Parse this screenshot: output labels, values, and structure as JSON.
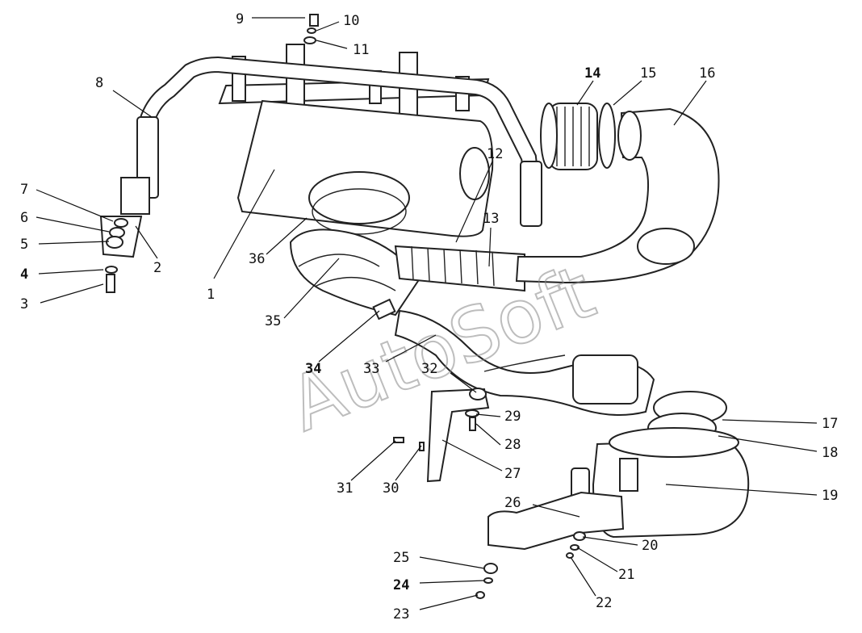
{
  "watermark": "AutoSoft",
  "callouts": [
    {
      "id": "1",
      "label": "1"
    },
    {
      "id": "2",
      "label": "2"
    },
    {
      "id": "3",
      "label": "3"
    },
    {
      "id": "4",
      "label": "4"
    },
    {
      "id": "5",
      "label": "5"
    },
    {
      "id": "6",
      "label": "6"
    },
    {
      "id": "7",
      "label": "7"
    },
    {
      "id": "8",
      "label": "8"
    },
    {
      "id": "9",
      "label": "9"
    },
    {
      "id": "10",
      "label": "10"
    },
    {
      "id": "11",
      "label": "11"
    },
    {
      "id": "12",
      "label": "12"
    },
    {
      "id": "13",
      "label": "13"
    },
    {
      "id": "14",
      "label": "14"
    },
    {
      "id": "15",
      "label": "15"
    },
    {
      "id": "16",
      "label": "16"
    },
    {
      "id": "17",
      "label": "17"
    },
    {
      "id": "18",
      "label": "18"
    },
    {
      "id": "19",
      "label": "19"
    },
    {
      "id": "20",
      "label": "20"
    },
    {
      "id": "21",
      "label": "21"
    },
    {
      "id": "22",
      "label": "22"
    },
    {
      "id": "23",
      "label": "23"
    },
    {
      "id": "24",
      "label": "24"
    },
    {
      "id": "25",
      "label": "25"
    },
    {
      "id": "26",
      "label": "26"
    },
    {
      "id": "27",
      "label": "27"
    },
    {
      "id": "28",
      "label": "28"
    },
    {
      "id": "29",
      "label": "29"
    },
    {
      "id": "30",
      "label": "30"
    },
    {
      "id": "31",
      "label": "31"
    },
    {
      "id": "32",
      "label": "32"
    },
    {
      "id": "33",
      "label": "33"
    },
    {
      "id": "34",
      "label": "34"
    },
    {
      "id": "35",
      "label": "35"
    },
    {
      "id": "36",
      "label": "36"
    }
  ]
}
